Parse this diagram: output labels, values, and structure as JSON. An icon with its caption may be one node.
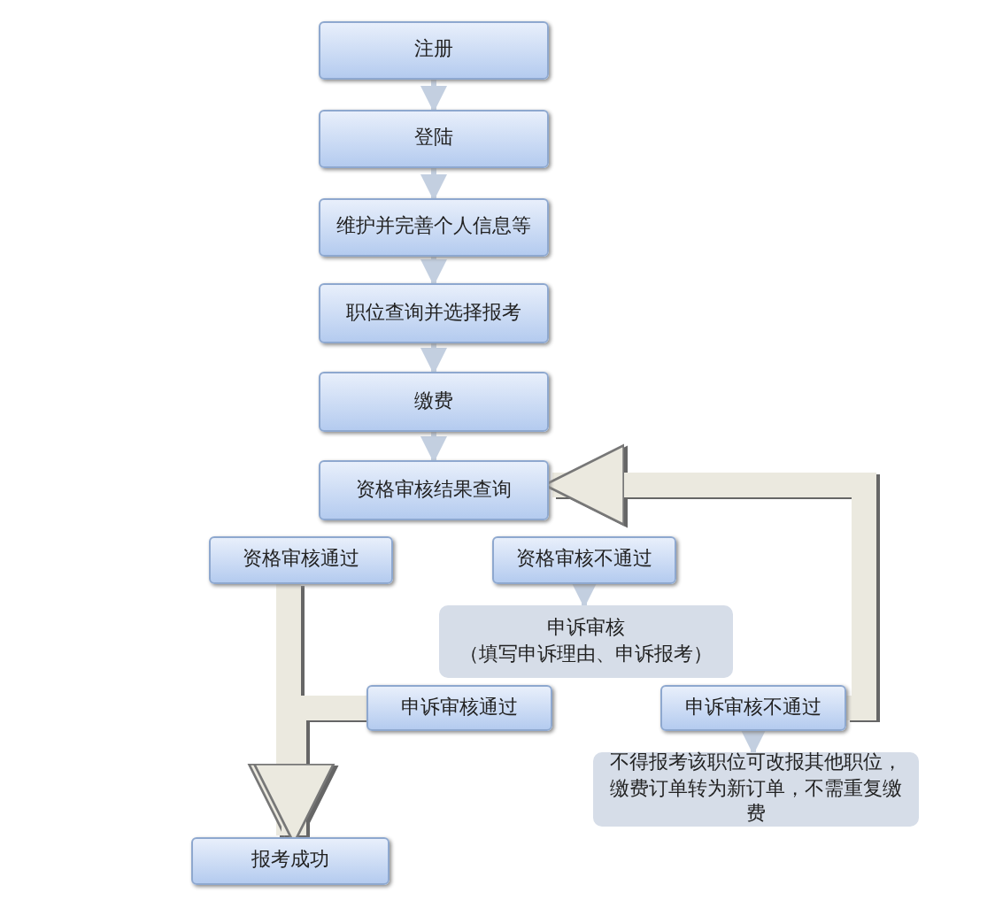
{
  "diagram": {
    "nodes": [
      {
        "text": [
          "注册"
        ]
      },
      {
        "text": [
          "登陆"
        ]
      },
      {
        "text": [
          "维护并完善个人信息等"
        ]
      },
      {
        "text": [
          "职位查询并选择报考"
        ]
      },
      {
        "text": [
          "缴费"
        ]
      },
      {
        "text": [
          "资格审核结果查询"
        ]
      },
      {
        "text": [
          "资格审核通过"
        ]
      },
      {
        "text": [
          "资格审核不通过"
        ]
      },
      {
        "text": [
          "申诉审核",
          "（填写申诉理由、申诉报考）"
        ]
      },
      {
        "text": [
          "申诉审核通过"
        ]
      },
      {
        "text": [
          "申诉审核不通过"
        ]
      },
      {
        "text": [
          "不得报考该职位可改报其他职位，缴费订单转为新订单，不需重复缴费"
        ]
      },
      {
        "text": [
          "报考成功"
        ]
      }
    ],
    "edges": [
      {
        "from": 0,
        "to": 1,
        "arrow": "to"
      },
      {
        "from": 1,
        "to": 2,
        "arrow": "to"
      },
      {
        "from": 2,
        "to": 3,
        "arrow": "to"
      },
      {
        "from": 3,
        "to": 4,
        "arrow": "to"
      },
      {
        "from": 4,
        "to": 5,
        "arrow": "to"
      },
      {
        "from": 7,
        "to": 8,
        "arrow": "to"
      },
      {
        "from": 10,
        "to": 11,
        "arrow": "to"
      },
      {
        "from": 6,
        "to": 12,
        "arrow": "to",
        "style": "thick",
        "color": "#ebe9df"
      },
      {
        "from": 9,
        "to": 12,
        "arrow": "to",
        "style": "thick",
        "color": "#ebe9df"
      },
      {
        "from": 10,
        "to": 5,
        "arrow": "to",
        "style": "thick",
        "color": "#ebe9df"
      }
    ]
  }
}
